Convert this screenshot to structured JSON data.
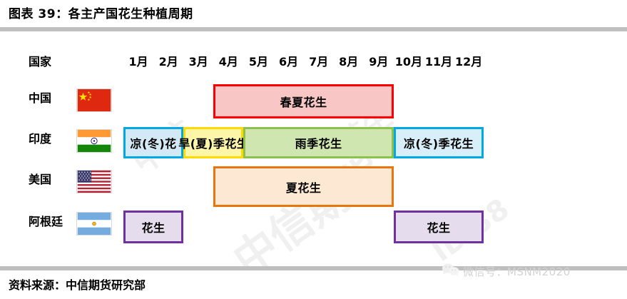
{
  "header": {
    "title": "图表 39：各主产国花生种植周期"
  },
  "footer": {
    "source": "资料来源：中信期货研究部",
    "watermark_label": "微信号：MSNM2020",
    "wechat_icon": "wechat-icon"
  },
  "background_watermarks": [
    "中信期货",
    "中信",
    "ID:38",
    "花生"
  ],
  "table": {
    "country_header": "国家",
    "months": [
      "1月",
      "2月",
      "3月",
      "4月",
      "5月",
      "6月",
      "7月",
      "8月",
      "9月",
      "10月",
      "11月",
      "12月"
    ],
    "rows": [
      {
        "country": "中国",
        "flag": "flag-china"
      },
      {
        "country": "印度",
        "flag": "flag-india"
      },
      {
        "country": "美国",
        "flag": "flag-usa"
      },
      {
        "country": "阿根廷",
        "flag": "flag-argentina"
      }
    ]
  },
  "chart_data": {
    "type": "table",
    "title": "各主产国花生种植周期",
    "xlabel": "",
    "ylabel": "",
    "categories": [
      "1月",
      "2月",
      "3月",
      "4月",
      "5月",
      "6月",
      "7月",
      "8月",
      "9月",
      "10月",
      "11月",
      "12月"
    ],
    "series": [
      {
        "name": "中国",
        "bars": [
          {
            "label": "春夏花生",
            "start_month": 4,
            "end_month": 9,
            "fill": "#f9c6c6",
            "border": "#ff0000",
            "text_color": "#000000"
          }
        ]
      },
      {
        "name": "印度",
        "bars": [
          {
            "label": "凉(冬)花",
            "start_month": 1,
            "end_month": 2,
            "fill": "#d3e9f5",
            "border": "#00a8e8",
            "text_color": "#000000"
          },
          {
            "label": "旱(夏)季花生",
            "start_month": 3,
            "end_month": 4,
            "fill": "#fdf6a8",
            "border": "#ffd900",
            "text_color": "#000000"
          },
          {
            "label": "雨季花生",
            "start_month": 5,
            "end_month": 9,
            "fill": "#cfe6b1",
            "border": "#8cc152",
            "text_color": "#000000"
          },
          {
            "label": "凉(冬)季花生",
            "start_month": 10,
            "end_month": 12,
            "fill": "#d8eef8",
            "border": "#00a8e8",
            "text_color": "#000000"
          }
        ]
      },
      {
        "name": "美国",
        "bars": [
          {
            "label": "夏花生",
            "start_month": 4,
            "end_month": 9,
            "fill": "#fde8d3",
            "border": "#e8760c",
            "text_color": "#000000"
          }
        ]
      },
      {
        "name": "阿根廷",
        "bars": [
          {
            "label": "花生",
            "start_month": 1,
            "end_month": 2,
            "fill": "#e5ddee",
            "border": "#7030a0",
            "text_color": "#000000"
          },
          {
            "label": "花生",
            "start_month": 10,
            "end_month": 12,
            "fill": "#e5ddee",
            "border": "#7030a0",
            "text_color": "#000000"
          }
        ]
      }
    ],
    "colors": {
      "rule": "#bfbfbf",
      "background": "#ffffff"
    }
  }
}
